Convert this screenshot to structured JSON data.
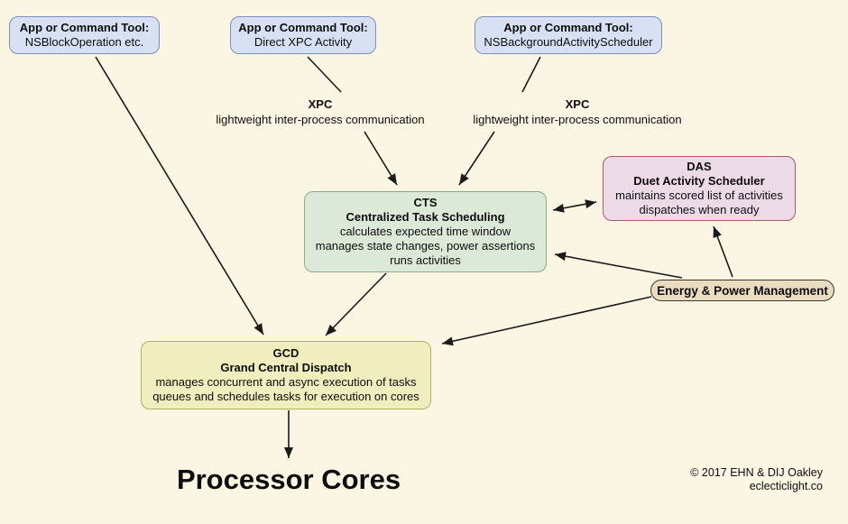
{
  "diagram": {
    "background": "#fbf5e4",
    "colors": {
      "app_fill": "#d8e1f3",
      "app_border": "#7e90ba",
      "cts_fill": "#dce9d8",
      "cts_border": "#8ca98a",
      "das_fill": "#ecdbe7",
      "das_border": "#a35a72",
      "gcd_fill": "#f0eebe",
      "gcd_border": "#b3ae62",
      "energy_fill": "#e9dcc1",
      "energy_border": "#3f3226",
      "arrow": "#1b1b1b"
    },
    "nodes": {
      "app1": {
        "title": "App or Command Tool:",
        "subtitle": "NSBlockOperation etc."
      },
      "app2": {
        "title": "App or Command Tool:",
        "subtitle": "Direct XPC Activity"
      },
      "app3": {
        "title": "App or Command Tool:",
        "subtitle": "NSBackgroundActivityScheduler"
      },
      "xpc1": {
        "title": "XPC",
        "subtitle": "lightweight inter-process communication"
      },
      "xpc2": {
        "title": "XPC",
        "subtitle": "lightweight inter-process communication"
      },
      "cts": {
        "abbr": "CTS",
        "name": "Centralized Task Scheduling",
        "lines": [
          "calculates expected time window",
          "manages state changes, power assertions",
          "runs activities"
        ]
      },
      "das": {
        "abbr": "DAS",
        "name": "Duet Activity Scheduler",
        "lines": [
          "maintains scored list of activities",
          "dispatches when ready"
        ]
      },
      "energy": {
        "label": "Energy & Power Management"
      },
      "gcd": {
        "abbr": "GCD",
        "name": "Grand Central Dispatch",
        "lines": [
          "manages concurrent and async execution of tasks",
          "queues and schedules tasks for execution on cores"
        ]
      },
      "cores": {
        "label": "Processor Cores"
      }
    },
    "edges": [
      {
        "from": "app1",
        "to": "gcd",
        "arrow": "end"
      },
      {
        "from": "app2",
        "to": "xpc1",
        "arrow": "none"
      },
      {
        "from": "xpc1",
        "to": "cts",
        "arrow": "end"
      },
      {
        "from": "app3",
        "to": "xpc2",
        "arrow": "none"
      },
      {
        "from": "xpc2",
        "to": "cts",
        "arrow": "end"
      },
      {
        "from": "cts",
        "to": "das",
        "arrow": "both"
      },
      {
        "from": "energy",
        "to": "das",
        "arrow": "end"
      },
      {
        "from": "energy",
        "to": "cts",
        "arrow": "end"
      },
      {
        "from": "energy",
        "to": "gcd",
        "arrow": "end"
      },
      {
        "from": "cts",
        "to": "gcd",
        "arrow": "end"
      },
      {
        "from": "gcd",
        "to": "cores",
        "arrow": "end"
      }
    ],
    "footer": {
      "copyright": "© 2017 EHN & DIJ Oakley",
      "site": "eclecticlight.co"
    }
  }
}
